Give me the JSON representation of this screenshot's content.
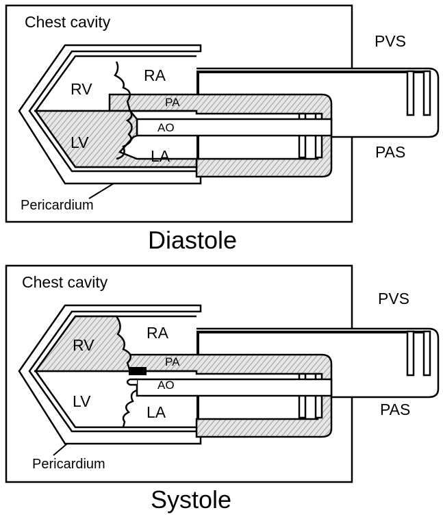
{
  "diastole": {
    "chest_cavity": "Chest cavity",
    "pvs": "PVS",
    "pas": "PAS",
    "rv": "RV",
    "ra": "RA",
    "pa": "PA",
    "ao": "AO",
    "lv": "LV",
    "la": "LA",
    "pericardium": "Pericardium",
    "caption": "Diastole"
  },
  "systole": {
    "chest_cavity": "Chest cavity",
    "pvs": "PVS",
    "pas": "PAS",
    "rv": "RV",
    "ra": "RA",
    "pa": "PA",
    "ao": "AO",
    "lv": "LV",
    "la": "LA",
    "pericardium": "Pericardium",
    "caption": "Systole"
  }
}
